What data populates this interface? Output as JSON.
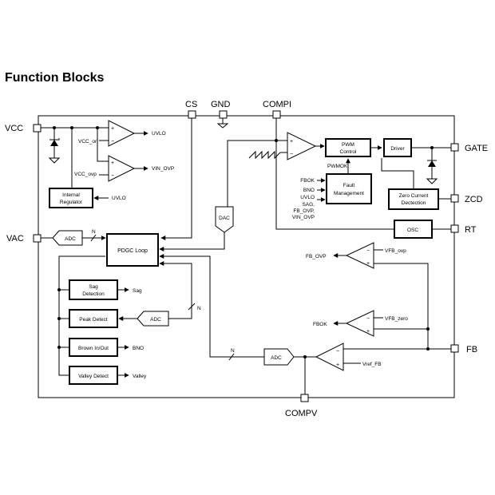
{
  "heading": "Function Blocks",
  "pins": {
    "vcc": "VCC",
    "cs": "CS",
    "gnd": "GND",
    "compi": "COMPI",
    "gate": "GATE",
    "zcd": "ZCD",
    "rt": "RT",
    "vac": "VAC",
    "fb": "FB",
    "compv": "COMPV"
  },
  "blocks": {
    "internal_regulator": [
      "Internal",
      "Regulator"
    ],
    "pdgc_loop": "PDGC Loop",
    "sag_detection": [
      "Sag",
      "Detection"
    ],
    "peak_detect": "Peak Detect",
    "brown_in_out": "Brown In/Out",
    "valley_detect": "Valley Detect",
    "pwm_control": [
      "PWM",
      "Control"
    ],
    "driver": "Driver",
    "fault_management": [
      "Fault",
      "Management"
    ],
    "zero_current_detection": [
      "Zero Current",
      "Dectection"
    ],
    "osc": "OSC",
    "dac": "DAC",
    "adc_vac": "ADC",
    "adc_peak": "ADC",
    "adc_compv": "ADC"
  },
  "labels": {
    "vcc_on": "VCC_on",
    "vcc_ovp": "VCC_ovp",
    "uvlo_out": "UVLO",
    "vin_ovp_out": "VIN_OVP",
    "reg_uvlo": "UVLO",
    "pwmok": "PWMOK",
    "fbok": "FBOK",
    "bno": "BNO",
    "uvlo": "UVLO",
    "sag": "SAG,",
    "fb_ovp_in": "FB_OVP,",
    "vin_ovp_in": "VIN_OVP",
    "n_vac": "N",
    "n_peak": "N",
    "n_compv": "N",
    "sag_out": "Sag",
    "bno_out": "BNO",
    "valley_out": "Valley",
    "fb_ovp_out": "FB_OVP",
    "vfb_ovp": "VFB_ovp",
    "fbok_out": "FBOK",
    "vfb_zero": "VFB_zero",
    "vref_fb": "Vref_FB",
    "minus": "−",
    "plus": "+"
  }
}
